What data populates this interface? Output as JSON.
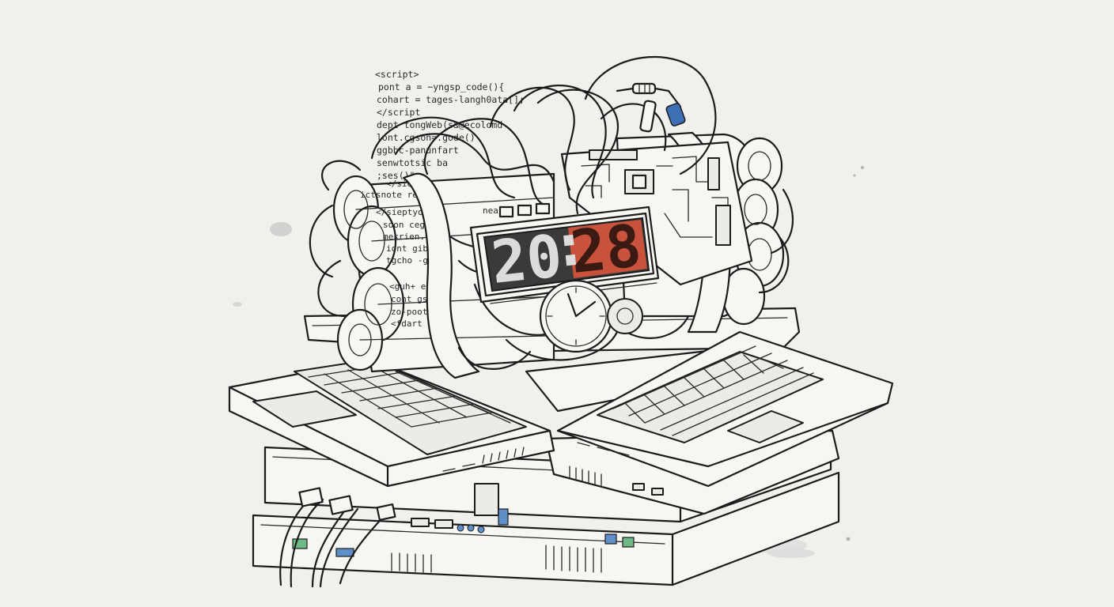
{
  "script_snippet": {
    "lines": [
      "<script>",
      "pont a = ~yngsp_code(){",
      "  cohart = tages-langh0ata[];",
      "  </script",
      "  dept tongWeb(s&@ecolomd",
      "  lont.cgson=.gode()",
      "  ggbbc-panunfart",
      "  senwtotsic ba",
      "  ;ses()\","
    ]
  },
  "dynamite_left_text": {
    "lines": [
      "</siept",
      "ictsnote rec",
      "</sieptyola",
      "soon cegta",
      "mekrien.Cne",
      "iont gibba",
      "tgcho -gon",
      "<guh+ e rcet",
      "cont gscorp",
      "zo-poot ry",
      "<fdart remo",
      "nea-ey"
    ]
  },
  "timer": {
    "hours": "20",
    "minutes": "28",
    "hours_color": "#222222",
    "minutes_color": "#e2573c",
    "display_bg": "#3a3a3a"
  },
  "colors": {
    "led_blue": "#5f8fc8",
    "led_green": "#6fb887",
    "capacitor_blue": "#3d6fb5",
    "paper": "#f1f0ec"
  },
  "icons": [
    "dynamite-bundle",
    "digital-timer",
    "analog-clock-icon",
    "laptop",
    "server-rack",
    "ethernet-cable",
    "resistor",
    "capacitor"
  ]
}
